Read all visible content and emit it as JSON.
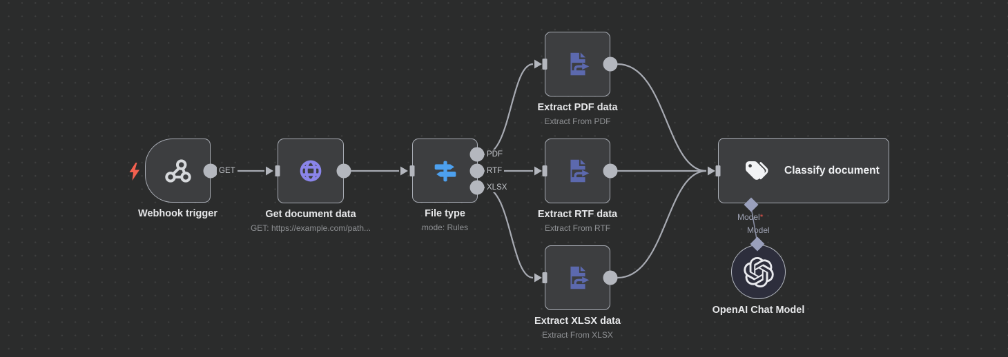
{
  "canvas": {
    "background": "#2b2c2c",
    "grid_dot_color": "#3e3f3f"
  },
  "colors": {
    "node_fill": "#3d3e40",
    "node_border": "#a9adb5",
    "edge_line": "#a8abb3",
    "port_fill": "#b4b7be",
    "diamond_fill": "#9aa0bc",
    "trigger_bolt": "#f4604f",
    "globe_icon": "#8a85ea",
    "signpost_icon": "#4da0ee",
    "extract_icon": "#5c69ae",
    "tag_icon": "#f2f3f5",
    "openai_node_fill": "#2d2e3c",
    "required_asterisk": "#e0524a",
    "label_text": "#e6e7e9",
    "subtitle_text": "#8e9093"
  },
  "nodes": {
    "webhook": {
      "label": "Webhook trigger",
      "icon": "webhook-icon"
    },
    "http": {
      "label": "Get document data",
      "subtitle": "GET: https://example.com/path...",
      "icon": "globe-icon"
    },
    "filetype": {
      "label": "File type",
      "subtitle": "mode: Rules",
      "icon": "signpost-icon"
    },
    "extract_pdf": {
      "label": "Extract PDF data",
      "subtitle": "Extract From PDF",
      "icon": "file-export-icon"
    },
    "extract_rtf": {
      "label": "Extract RTF data",
      "subtitle": "Extract From RTF",
      "icon": "file-export-icon"
    },
    "extract_xlsx": {
      "label": "Extract XLSX data",
      "subtitle": "Extract From XLSX",
      "icon": "file-export-icon"
    },
    "classify": {
      "label": "Classify document",
      "icon": "tags-icon"
    },
    "openai": {
      "label": "OpenAI Chat Model",
      "icon": "openai-logo-icon"
    }
  },
  "ports": {
    "webhook_output": "GET",
    "filetype_outputs": [
      "PDF",
      "RTF",
      "XLSX"
    ],
    "classify_model_label": "Model",
    "required_mark": "*",
    "openai_model_label": "Model"
  }
}
